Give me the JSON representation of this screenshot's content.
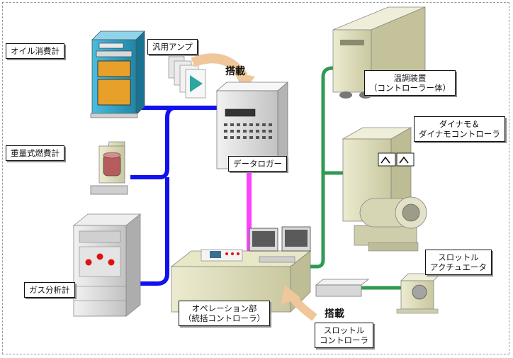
{
  "labels": {
    "oil_meter": "オイル消費計",
    "amp": "汎用アンプ",
    "mount_top": "搭載",
    "gravimetric_meter": "重量式燃費計",
    "data_logger": "データロガー",
    "gas_analyzer": "ガス分析計",
    "temp_control_line1": "温調装置",
    "temp_control_line2": "（コントローラー体）",
    "dynamo_line1": "ダイナモ＆",
    "dynamo_line2": "ダイナモコントローラ",
    "throttle_actuator_line1": "スロットル",
    "throttle_actuator_line2": "アクチュエータ",
    "operation_line1": "オペレーション部",
    "operation_line2": "（統括コントローラ）",
    "mount_bottom": "搭載",
    "throttle_ctrl_line1": "スロットル",
    "throttle_ctrl_line2": "コントローラ"
  },
  "colors": {
    "bus_blue": "#1010f0",
    "link_green": "#2e9a52",
    "link_magenta": "#ff40ff",
    "cabinet_cyan": "#2fa6c8",
    "beige": "#dcdcb4",
    "arrow_tan": "#f0c79a"
  }
}
